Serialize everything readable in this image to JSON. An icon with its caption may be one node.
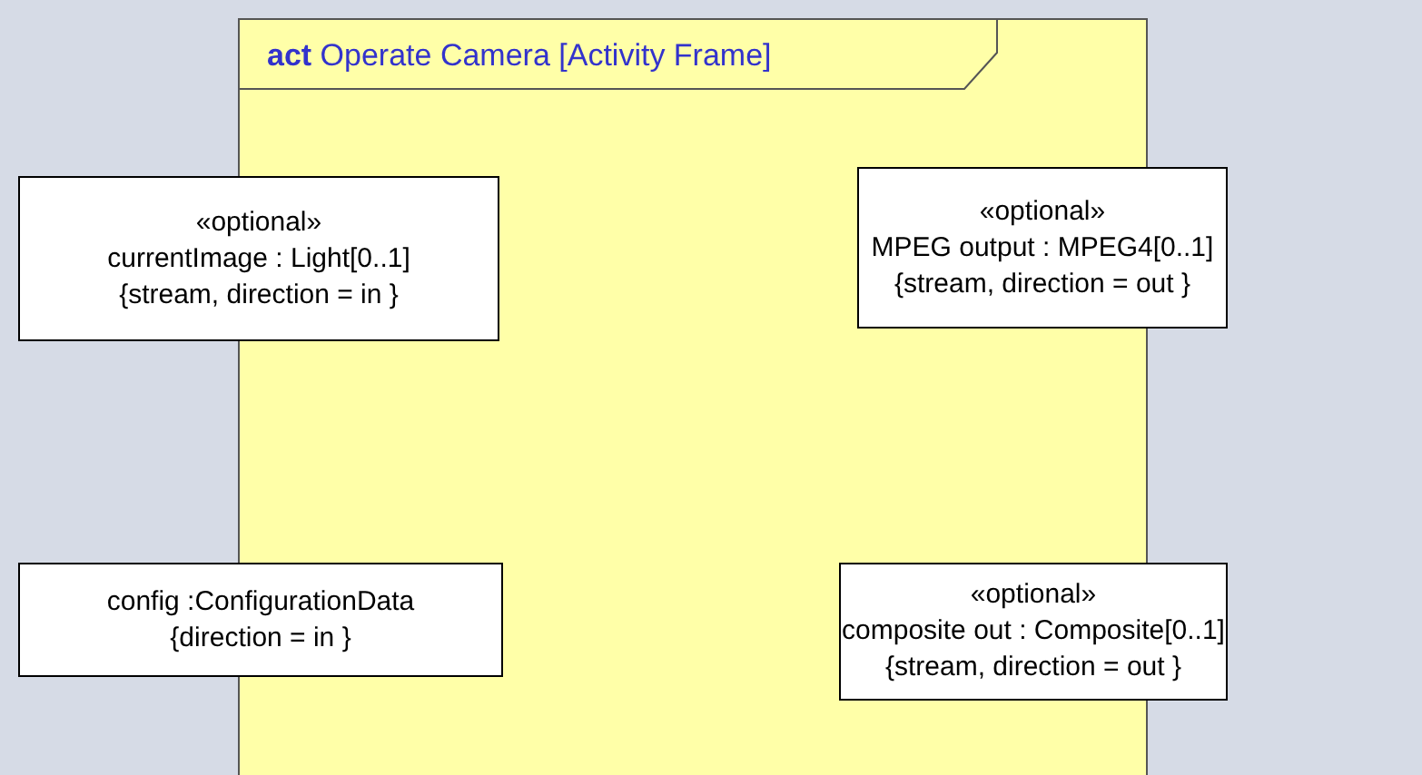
{
  "diagram": {
    "nodes": [
      {
        "text": [
          "**act** Operate Camera [Activity Frame]"
        ]
      },
      {
        "text": [
          "«optional»",
          "currentImage : Light[0..1]",
          "{stream, direction = in }"
        ]
      },
      {
        "text": [
          "«optional»",
          "MPEG output : MPEG4[0..1]",
          "{stream, direction = out }"
        ]
      },
      {
        "text": [
          "config :ConfigurationData",
          "{direction = in }"
        ]
      },
      {
        "text": [
          "«optional»",
          "composite out : Composite[0..1]",
          "{stream, direction = out }"
        ]
      }
    ]
  }
}
